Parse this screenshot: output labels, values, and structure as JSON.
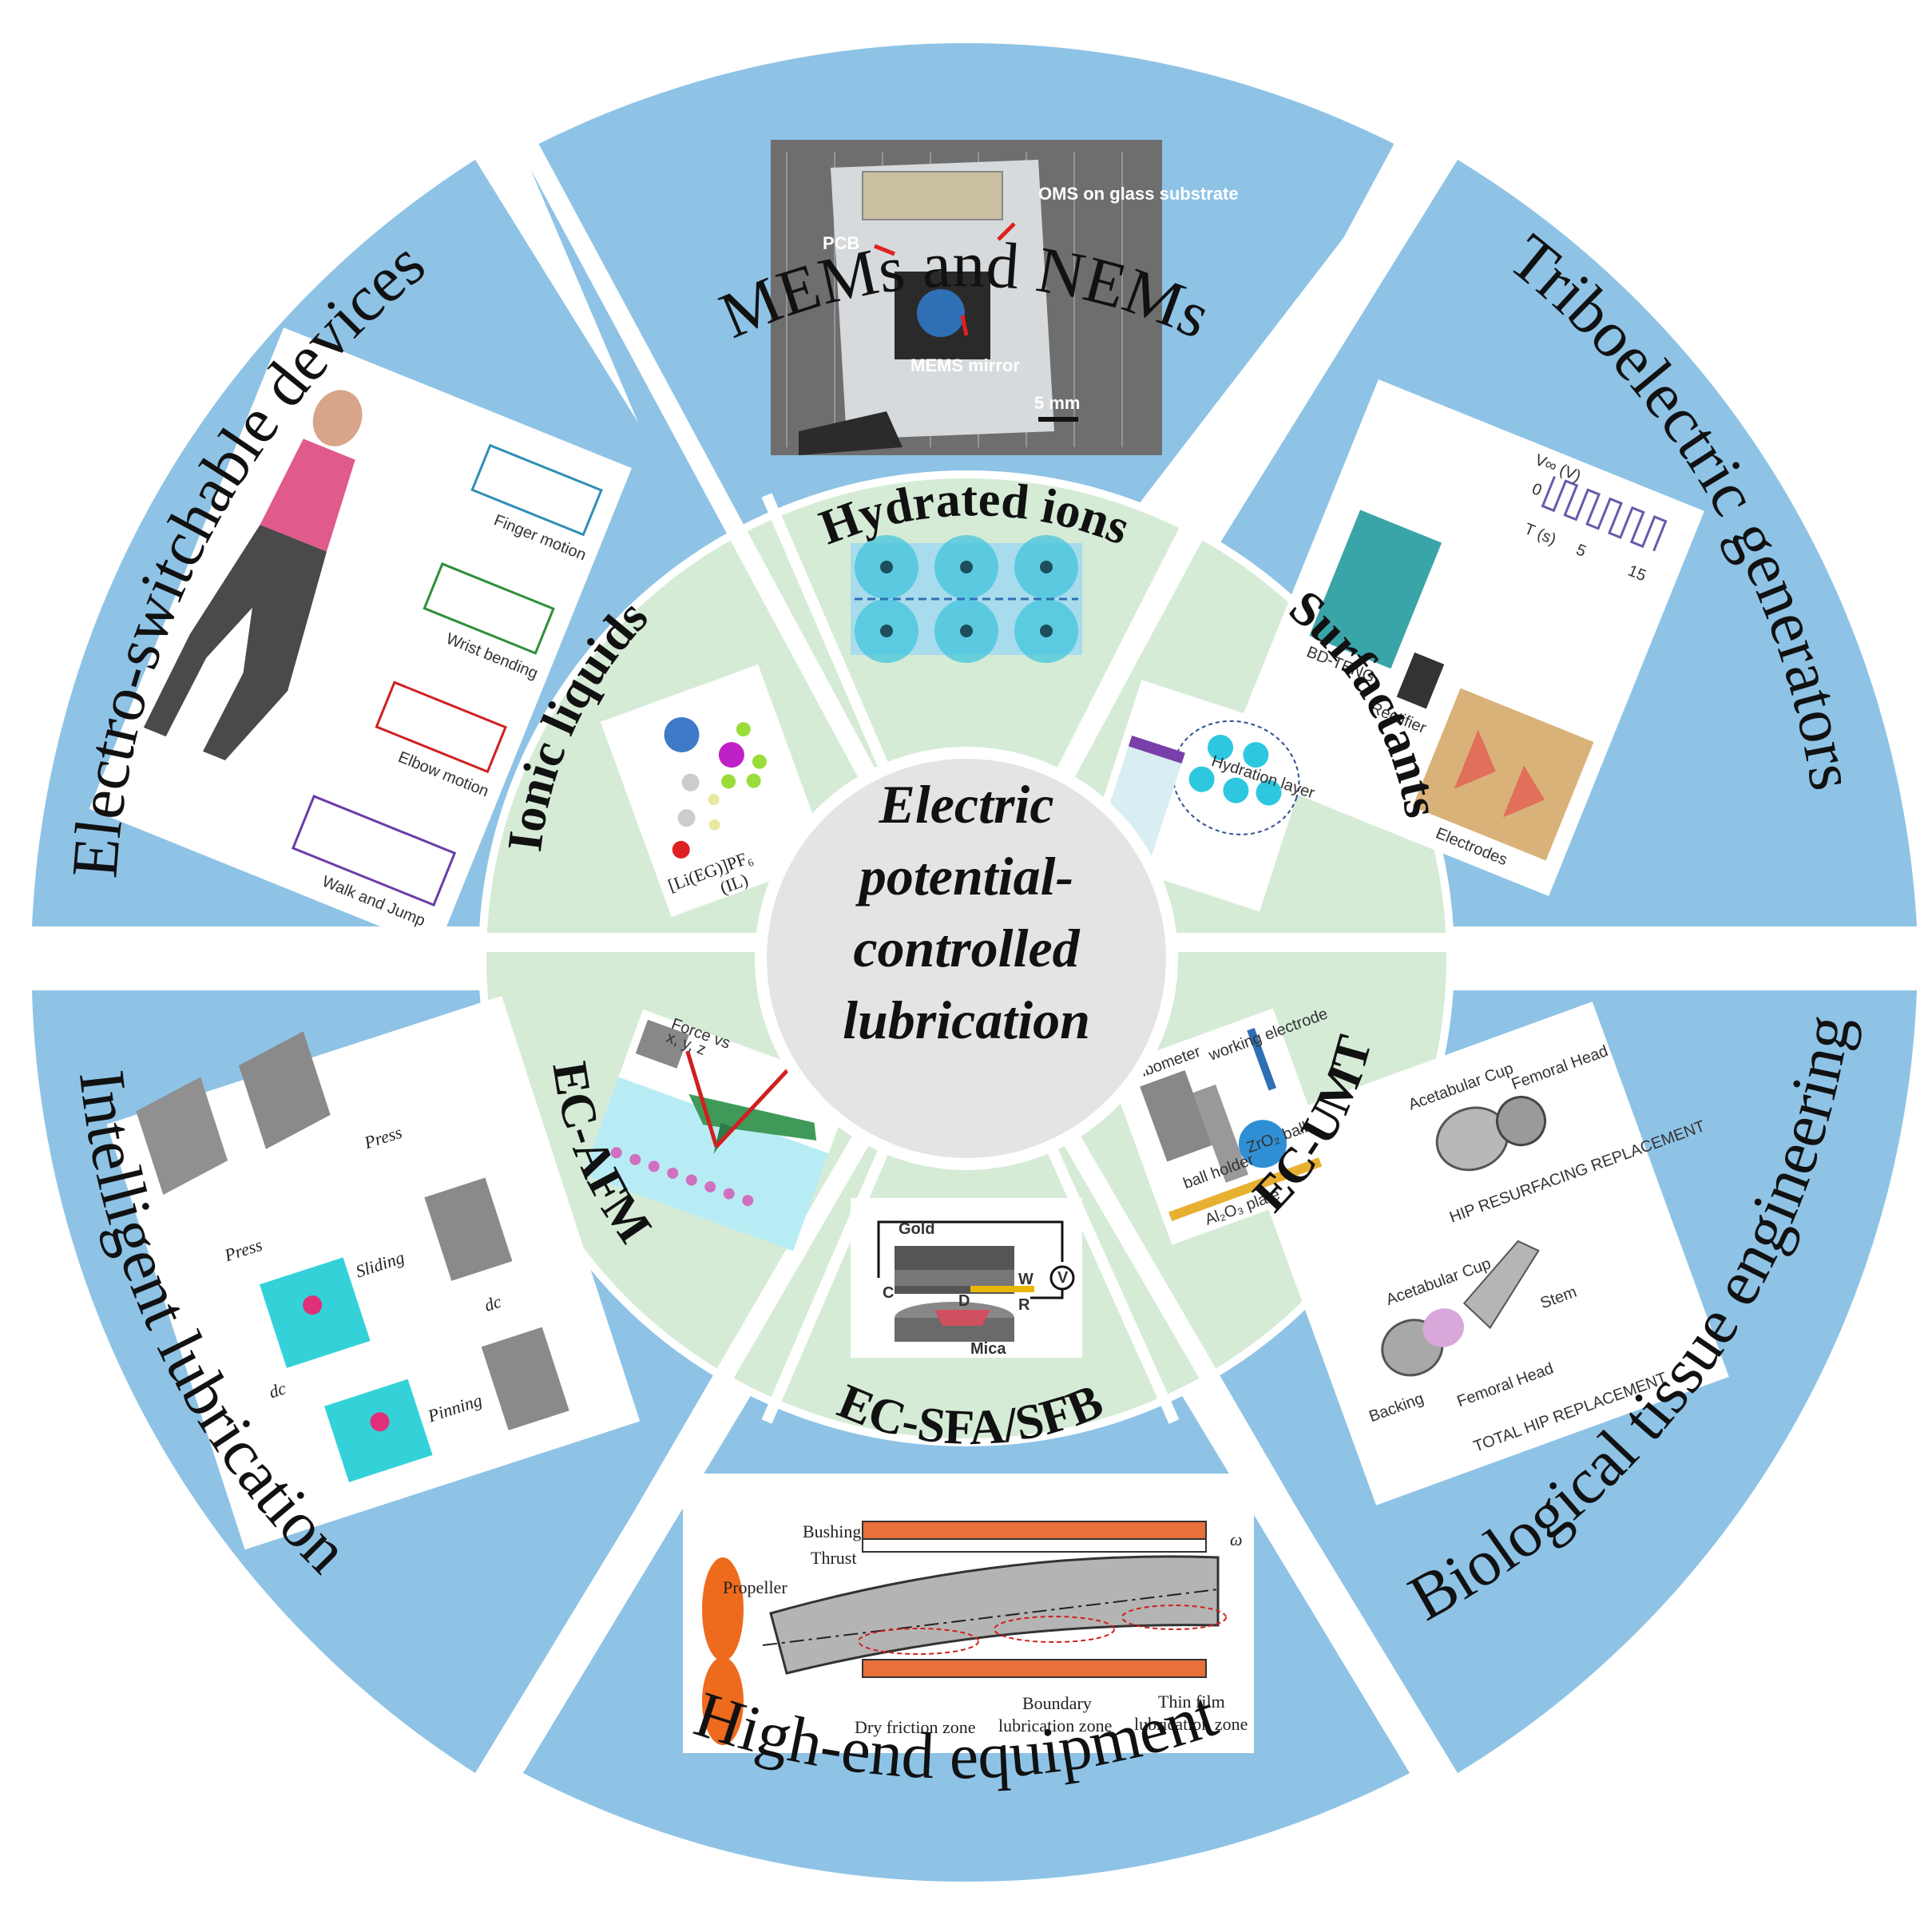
{
  "colors": {
    "outer_ring": "#8ec3e6",
    "inner_ring": "#d5ebd6",
    "center": "#e4e4e4",
    "separator": "#ffffff",
    "panel": "#ffffff"
  },
  "center": {
    "lines": [
      "Electric",
      "potential-",
      "controlled",
      "lubrication"
    ]
  },
  "outer_sectors": [
    {
      "id": "mems",
      "label": "MEMs and NEMs"
    },
    {
      "id": "tribo",
      "label": "Triboelectric generators"
    },
    {
      "id": "bio",
      "label": "Biological tissue engineering"
    },
    {
      "id": "highend",
      "label": "High-end equipment"
    },
    {
      "id": "intelligent",
      "label": "Intelligent lubrication"
    },
    {
      "id": "electro",
      "label": "Electro-switchable devices"
    }
  ],
  "inner_sectors": [
    {
      "id": "hydrated",
      "label": "Hydrated ions"
    },
    {
      "id": "surfactants",
      "label": "Surfactants"
    },
    {
      "id": "ecumt",
      "label": "EC-UMT"
    },
    {
      "id": "ecsfa",
      "label": "EC-SFA/SFB"
    },
    {
      "id": "ecafm",
      "label": "EC-AFM"
    },
    {
      "id": "ionic",
      "label": "Ionic liquids"
    }
  ],
  "panels": {
    "mems": {
      "oms": "OMS on glass substrate",
      "pcb": "PCB",
      "mirror": "MEMS mirror",
      "scale": "5 mm"
    },
    "tribo": {
      "yaxis": "V∞ (V)",
      "ytick": "0",
      "xaxis": "T (s)",
      "x1": "5",
      "x2": "15",
      "device": "BD-TENG",
      "rectifier": "Rectifier",
      "electrodes": "Electrodes"
    },
    "bio": {
      "cup1": "Acetabular Cup",
      "head1": "Femoral Head",
      "resurf": "HIP RESURFACING REPLACEMENT",
      "cup2": "Acetabular Cup",
      "backing": "Backing",
      "head2": "Femoral Head",
      "stem": "Stem",
      "total": "TOTAL HIP REPLACEMENT"
    },
    "highend": {
      "bushing": "Bushing",
      "thrust": "Thrust",
      "propeller": "Propeller",
      "omega": "ω",
      "dry": "Dry friction zone",
      "boundary1": "Boundary",
      "boundary2": "lubrication zone",
      "thin1": "Thin film",
      "thin2": "lubrication zone"
    },
    "intelligent": {
      "press1": "Press",
      "press2": "Press",
      "sliding": "Sliding",
      "dc1": "dc",
      "dc2": "dc",
      "pinning": "Pinning"
    },
    "electro": {
      "finger": "Finger motion",
      "wrist": "Wrist bending",
      "elbow": "Elbow motion",
      "walk": "Walk and Jump"
    },
    "ionic": {
      "formula": "[Li(EG)]PF₆",
      "il": "(IL)"
    },
    "surfactants": {
      "hydration": "Hydration layer"
    },
    "ecumt": {
      "tribometer": "Tribometer",
      "working": "working electrode",
      "holder": "ball holder",
      "ball": "ZrO₂ ball",
      "plate": "Al₂O₃ plate"
    },
    "ecsfa": {
      "gold": "Gold",
      "w": "W",
      "c": "C",
      "d": "D",
      "r": "R",
      "v": "V",
      "mica": "Mica"
    },
    "ecafm": {
      "force": "Force vs",
      "xyz": "x, y, z"
    }
  }
}
